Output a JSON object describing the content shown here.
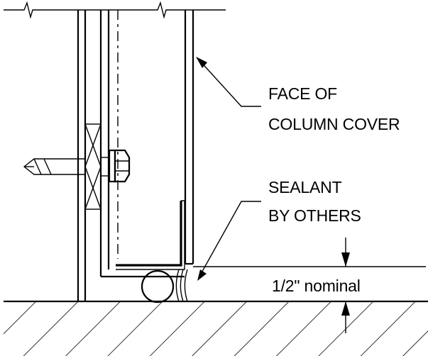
{
  "labels": {
    "face_line1": "FACE OF",
    "face_line2": "COLUMN COVER",
    "sealant_line1": "SEALANT",
    "sealant_line2": "BY OTHERS",
    "dimension": "1/2\" nominal"
  },
  "colors": {
    "ink": "#000000",
    "paper": "#ffffff"
  }
}
